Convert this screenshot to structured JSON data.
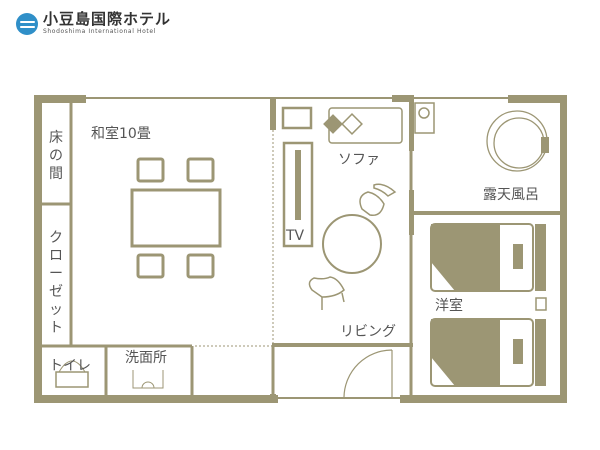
{
  "logo": {
    "name": "小豆島国際ホテル",
    "subtitle": "Shodoshima International Hotel"
  },
  "rooms": {
    "washitsu": "和室10畳",
    "tokonoma": [
      "床",
      "の",
      "間"
    ],
    "closet": [
      "ク",
      "ロ",
      "ー",
      "ゼ",
      "ッ",
      "ト"
    ],
    "toilet": "トイレ",
    "washroom": "洗面所",
    "sofa": "ソファ",
    "tv": "TV",
    "living": "リビング",
    "bath": "露天風呂",
    "western": "洋室"
  },
  "colors": {
    "wall": "#9c9674",
    "text": "#555555",
    "brand": "#2f8fc8"
  }
}
